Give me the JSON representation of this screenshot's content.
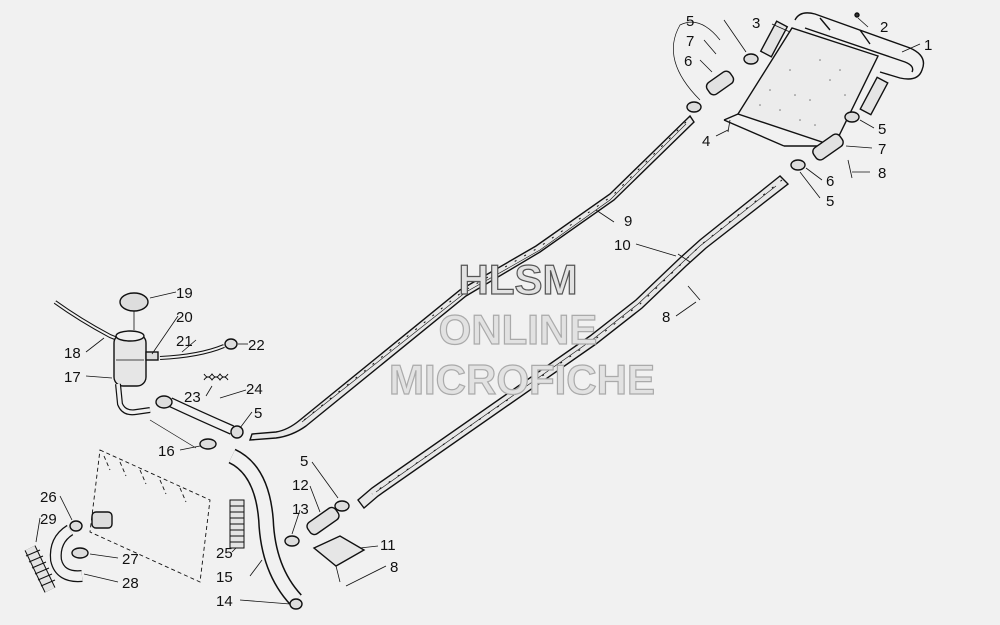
{
  "watermark": {
    "line1": "HLSM",
    "line2": "ONLINE",
    "line3": "MICROFICHE"
  },
  "callouts": [
    {
      "id": "c1",
      "text": "1"
    },
    {
      "id": "c2",
      "text": "2"
    },
    {
      "id": "c3",
      "text": "3"
    },
    {
      "id": "c4",
      "text": "4"
    },
    {
      "id": "c5a",
      "text": "5"
    },
    {
      "id": "c7a",
      "text": "7"
    },
    {
      "id": "c6a",
      "text": "6"
    },
    {
      "id": "c5b",
      "text": "5"
    },
    {
      "id": "c7b",
      "text": "7"
    },
    {
      "id": "c6b",
      "text": "6"
    },
    {
      "id": "c8a",
      "text": "8"
    },
    {
      "id": "c5c",
      "text": "5"
    },
    {
      "id": "c9",
      "text": "9"
    },
    {
      "id": "c10",
      "text": "10"
    },
    {
      "id": "c8b",
      "text": "8"
    },
    {
      "id": "c19",
      "text": "19"
    },
    {
      "id": "c20",
      "text": "20"
    },
    {
      "id": "c21",
      "text": "21"
    },
    {
      "id": "c22",
      "text": "22"
    },
    {
      "id": "c18",
      "text": "18"
    },
    {
      "id": "c17",
      "text": "17"
    },
    {
      "id": "c23",
      "text": "23"
    },
    {
      "id": "c24",
      "text": "24"
    },
    {
      "id": "c5d",
      "text": "5"
    },
    {
      "id": "c16",
      "text": "16"
    },
    {
      "id": "c5e",
      "text": "5"
    },
    {
      "id": "c12",
      "text": "12"
    },
    {
      "id": "c13",
      "text": "13"
    },
    {
      "id": "c11",
      "text": "11"
    },
    {
      "id": "c8c",
      "text": "8"
    },
    {
      "id": "c26",
      "text": "26"
    },
    {
      "id": "c29",
      "text": "29"
    },
    {
      "id": "c27",
      "text": "27"
    },
    {
      "id": "c28",
      "text": "28"
    },
    {
      "id": "c25",
      "text": "25"
    },
    {
      "id": "c15",
      "text": "15"
    },
    {
      "id": "c14",
      "text": "14"
    }
  ]
}
